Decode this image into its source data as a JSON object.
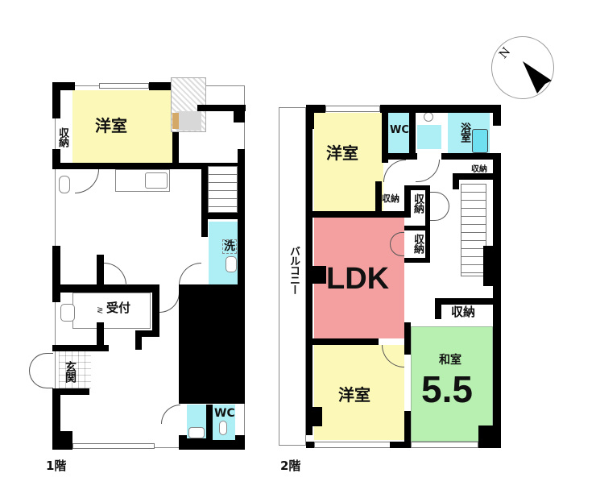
{
  "compass": {
    "north_label": "N"
  },
  "colors": {
    "western_room": "#fbf8b8",
    "ldk": "#f4a0a0",
    "japanese_room": "#b7f0b0",
    "wet_area": "#aeeef5",
    "wall": "#000000"
  },
  "floor1": {
    "label": "1階",
    "rooms": {
      "western_room": "洋室",
      "storage": "収納",
      "reception": "受付",
      "entrance": "玄関",
      "washroom": "洗",
      "wc": "WC"
    }
  },
  "floor2": {
    "label": "2階",
    "rooms": {
      "western_room_top": "洋室",
      "wc": "WC",
      "bath": "浴室",
      "storage_bath": "収納",
      "storage_a": "収納",
      "storage_b": "収納",
      "storage_c": "収納",
      "ldk": "LDK",
      "balcony": "バルコニー",
      "storage_d": "収納",
      "japanese_room": "和室",
      "japanese_room_size": "5.5",
      "western_room_bottom": "洋室"
    }
  }
}
